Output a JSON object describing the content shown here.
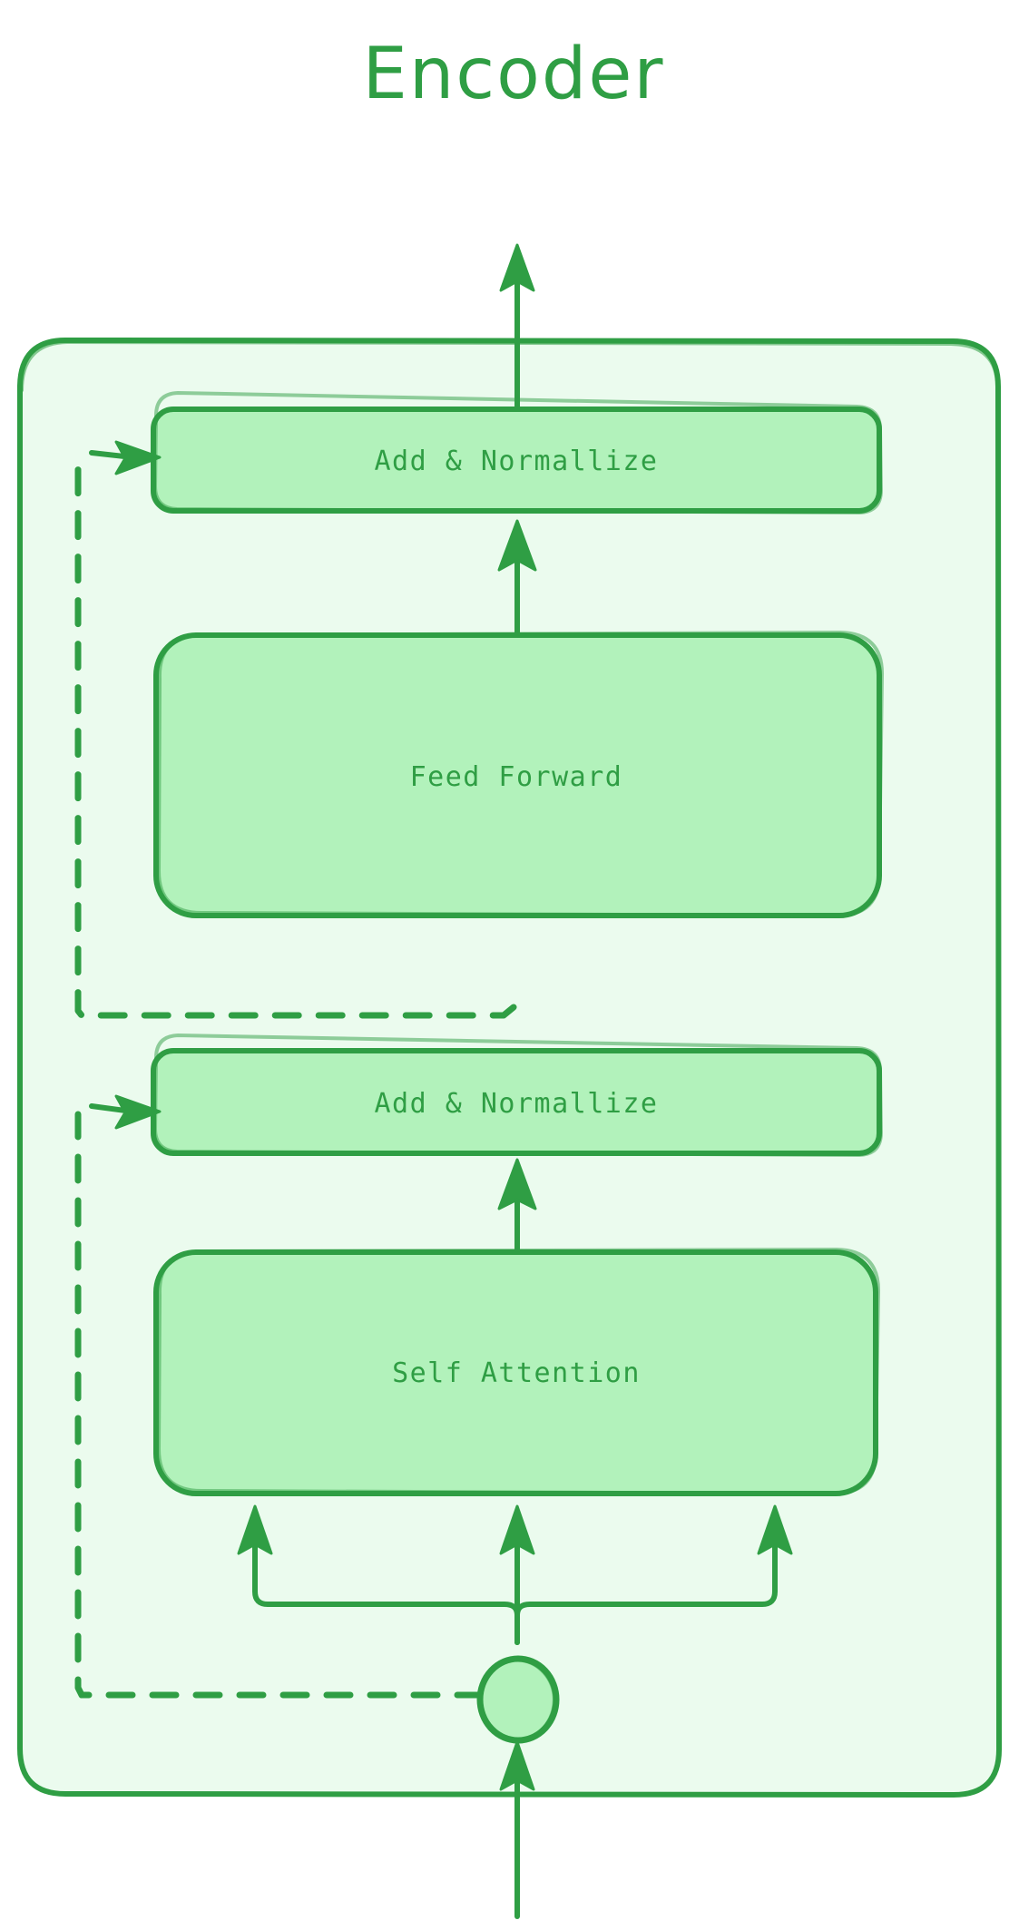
{
  "diagram": {
    "type": "flowchart",
    "title": "Encoder",
    "title_color": "#2f9e44",
    "colors": {
      "stroke": "#2f9e44",
      "node_fill": "#b2f2bb",
      "container_fill": "#ebfbee",
      "text": "#2f9e44",
      "page_background": "#ffffff"
    },
    "container": {
      "name": "encoder-block",
      "label": ""
    },
    "nodes": [
      {
        "id": "add-norm-top",
        "label": "Add & Normallize",
        "shape": "rounded-rect"
      },
      {
        "id": "feed-forward",
        "label": "Feed Forward",
        "shape": "rounded-rect"
      },
      {
        "id": "add-norm-bottom",
        "label": "Add & Normallize",
        "shape": "rounded-rect"
      },
      {
        "id": "self-attention",
        "label": "Self Attention",
        "shape": "rounded-rect"
      },
      {
        "id": "input-junction",
        "label": "",
        "shape": "circle"
      }
    ],
    "edges": [
      {
        "from": "input-arrow",
        "to": "input-junction",
        "style": "solid",
        "arrow": true
      },
      {
        "from": "input-junction",
        "to": "self-attention",
        "style": "solid",
        "arrow": true,
        "note": "branches into three arrows"
      },
      {
        "from": "input-junction",
        "to": "add-norm-bottom",
        "style": "dashed",
        "arrow": true,
        "note": "residual connection"
      },
      {
        "from": "self-attention",
        "to": "add-norm-bottom",
        "style": "solid",
        "arrow": true
      },
      {
        "from": "add-norm-bottom",
        "to": "feed-forward",
        "style": "solid",
        "arrow": true
      },
      {
        "from": "add-norm-bottom",
        "to": "add-norm-top",
        "style": "dashed",
        "arrow": true,
        "note": "residual connection"
      },
      {
        "from": "feed-forward",
        "to": "add-norm-top",
        "style": "solid",
        "arrow": true
      },
      {
        "from": "add-norm-top",
        "to": "output-arrow",
        "style": "solid",
        "arrow": true
      }
    ]
  }
}
